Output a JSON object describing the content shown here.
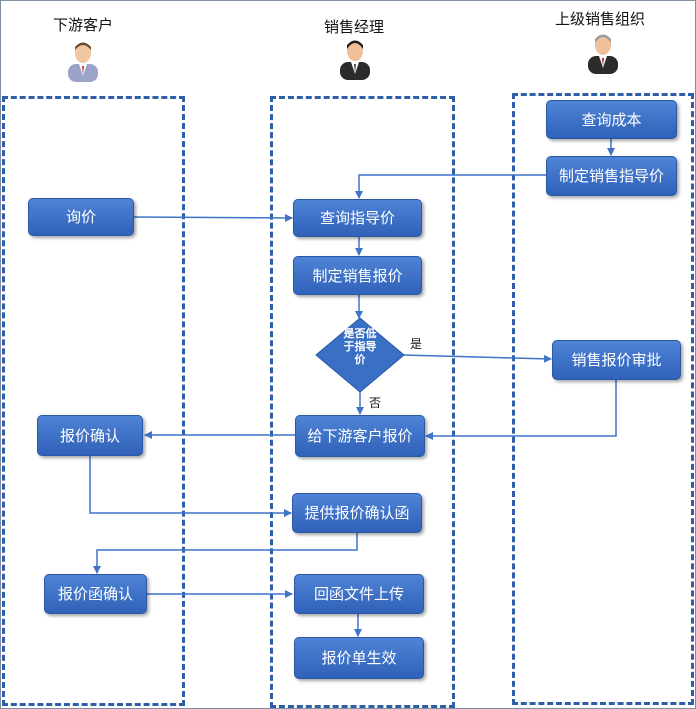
{
  "lanes": {
    "customer": "下游客户",
    "manager": "销售经理",
    "org": "上级销售组织"
  },
  "nodes": {
    "query_cost": "查询成本",
    "set_guide_price": "制定销售指导价",
    "inquiry": "询价",
    "query_guide_price": "查询指导价",
    "set_sales_quote": "制定销售报价",
    "decision": "是否低于指导价",
    "quote_approval": "销售报价审批",
    "quote_customer": "给下游客户报价",
    "quote_confirm": "报价确认",
    "provide_confirm_letter": "提供报价确认函",
    "confirm_letter": "报价函确认",
    "upload_reply": "回函文件上传",
    "quote_effective": "报价单生效"
  },
  "edge_labels": {
    "yes": "是",
    "no": "否"
  },
  "colors": {
    "node_fill": "#3a6fc6",
    "lane_border": "#2e5ea8",
    "arrow": "#3f74c8"
  }
}
